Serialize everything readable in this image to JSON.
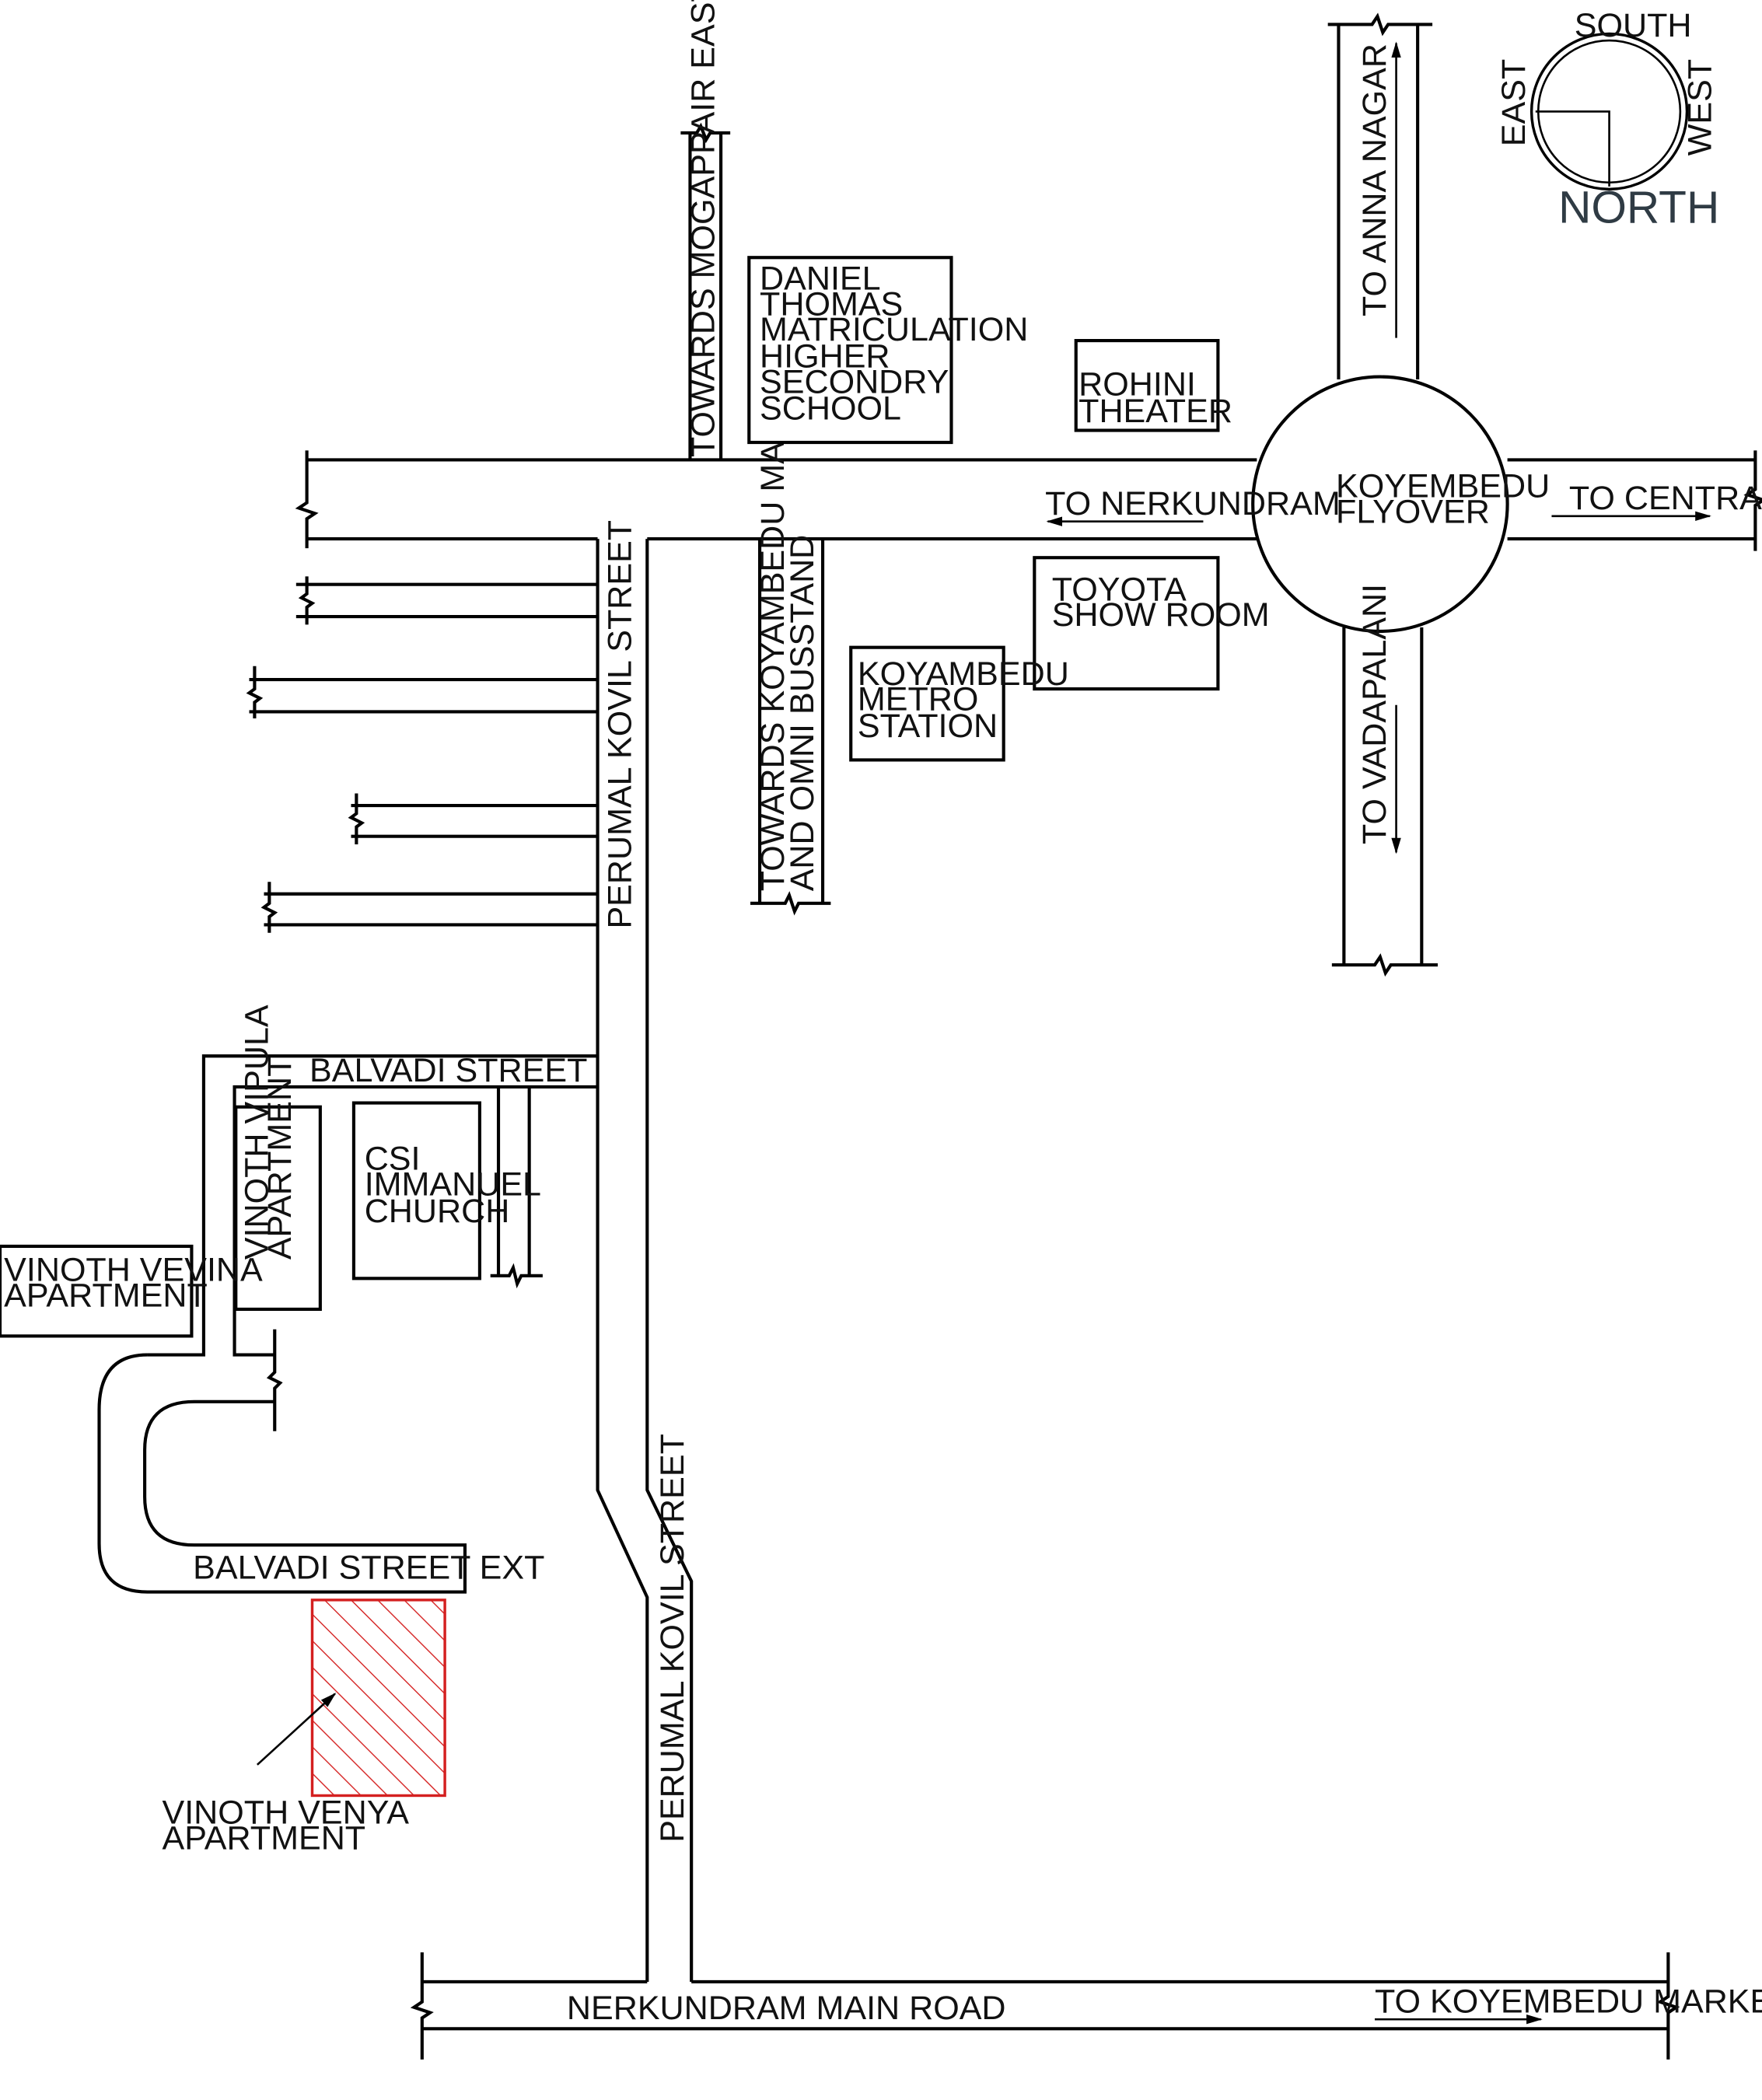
{
  "compass": {
    "south": "SOUTH",
    "north": "NORTH",
    "east": "EAST",
    "west": "WEST"
  },
  "roads": {
    "towards_mogappair_east": "TOWARDS MOGAPPAIR EAST",
    "to_anna_nagar": "TO  ANNA NAGAR",
    "to_nerkundram": "TO  NERKUNDRAM",
    "to_central": "TO  CENTRAL",
    "to_vadapalani": "TO  VADAPALANI",
    "towards_koyambedu_market_line1": "TOWARDS KOYAMBEDU MARKET",
    "towards_koyambedu_market_line2": "AND OMNI BUSSTAND",
    "perumal_kovil_street_upper": "PERUMAL KOVIL STREET",
    "perumal_kovil_street_lower": "PERUMAL KOVIL STREET",
    "balvadi_street": "BALVADI STREET",
    "balvadi_street_ext": "BALVADI STREET EXT",
    "nerkundram_main_road": "NERKUNDRAM  MAIN ROAD",
    "to_koyembedu_market": "TO  KOYEMBEDU MARKET"
  },
  "landmarks": {
    "school": [
      "DANIEL",
      "THOMAS",
      "MATRICULATION",
      "HIGHER",
      "SECONDRY",
      "SCHOOL"
    ],
    "rohini": [
      "ROHINI",
      "THEATER"
    ],
    "flyover": [
      "KOYEMBEDU",
      "FLYOVER"
    ],
    "toyota": [
      "TOYOTA",
      "SHOW ROOM"
    ],
    "metro": [
      "KOYAMBEDU",
      "METRO",
      "STATION"
    ],
    "vipula": [
      "VINOTH VIPULA",
      "APARTMENT"
    ],
    "church": [
      "CSI",
      "IMMANUEL",
      "CHURCH"
    ],
    "vevina": [
      "VINOTH  VEVINA",
      "APARTMENT"
    ],
    "venya": [
      "VINOTH VENYA",
      "APARTMENT"
    ]
  },
  "colors": {
    "line": "#000000",
    "target_site": "#d42020",
    "north_label": "#2f3b44"
  }
}
